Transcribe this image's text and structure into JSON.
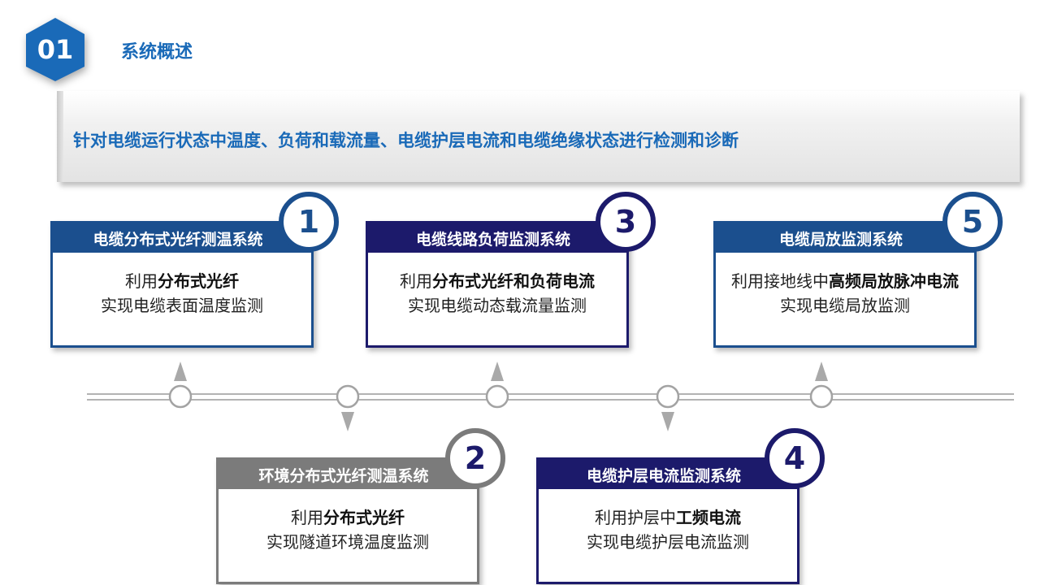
{
  "header": {
    "number": "01",
    "title": "系统概述",
    "color_accent": "#1a6ab8"
  },
  "summary": {
    "text": "针对电缆运行状态中温度、负荷和载流量、电缆护层电流和电缆绝缘状态进行检测和诊断"
  },
  "systems": [
    {
      "number": "1",
      "title": "电缆分布式光纤测温系统",
      "line1_prefix": "利用",
      "line1_bold": "分布式光纤",
      "line2": "实现电缆表面温度监测",
      "color": "#1b4f8e"
    },
    {
      "number": "2",
      "title": "环境分布式光纤测温系统",
      "line1_prefix": "利用",
      "line1_bold": "分布式光纤",
      "line2": "实现隧道环境温度监测",
      "color": "#7b7b7b"
    },
    {
      "number": "3",
      "title": "电缆线路负荷监测系统",
      "line1_prefix": "利用",
      "line1_bold": "分布式光纤和负荷电流",
      "line2": "实现电缆动态载流量监测",
      "color": "#1c1a6b"
    },
    {
      "number": "4",
      "title": "电缆护层电流监测系统",
      "line1_prefix": "利用护层中",
      "line1_bold": "工频电流",
      "line2": "实现电缆护层电流监测",
      "color": "#1c1a6b"
    },
    {
      "number": "5",
      "title": "电缆局放监测系统",
      "line1_prefix": "利用接地线中",
      "line1_bold": "高频局放脉冲电流",
      "line2": "实现电缆局放监测",
      "color": "#1b4f8e"
    }
  ]
}
